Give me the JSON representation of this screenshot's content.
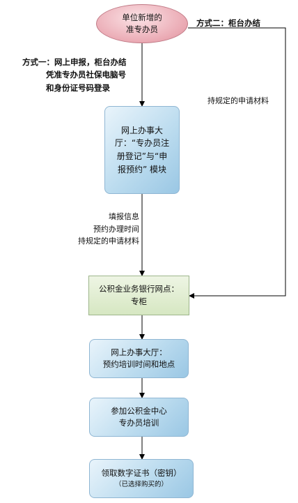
{
  "nodes": {
    "start": [
      "单位新增的",
      "准专办员"
    ],
    "online_hall": [
      "网上办事大",
      "厅：“专办员注",
      "册登记”与“申",
      "报预约” 模块"
    ],
    "bank": [
      "公积金业务银行网点：",
      "专柜"
    ],
    "reserve": [
      "网上办事大厅：",
      "预约培训时间和地点"
    ],
    "training": [
      "参加公积金中心",
      "专办员培训"
    ],
    "certificate": [
      "领取数字证书（密钥）",
      "（已选择购买的）"
    ]
  },
  "labels": {
    "method1": [
      "方式一：网上申报，柜台办结",
      "凭准专办员社保电脑号",
      "和身份证号码登录"
    ],
    "method2": "方式二：柜台办结",
    "materials_right": "持规定的申请材料",
    "fill_in": [
      "填报信息",
      "预约办理时间",
      "持规定的申请材料"
    ]
  }
}
